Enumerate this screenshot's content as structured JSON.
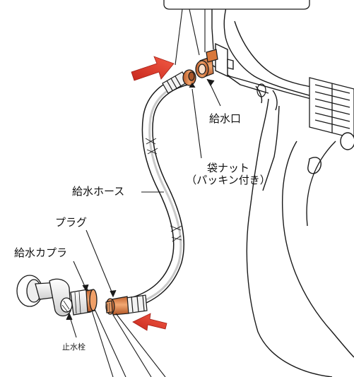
{
  "labels": {
    "water_inlet": "給水口",
    "cap_nut_line1": "袋ナット",
    "cap_nut_line2": "（パッキン付き）",
    "supply_hose": "給水ホース",
    "plug": "プラグ",
    "water_coupler": "給水カプラ",
    "stop_valve": "止水栓"
  },
  "colors": {
    "line": "#1a1a1a",
    "fitting_orange": "#d9783b",
    "fitting_dark": "#a8552a",
    "arrow_red": "#e03a2e",
    "hose_fill": "#ffffff"
  }
}
